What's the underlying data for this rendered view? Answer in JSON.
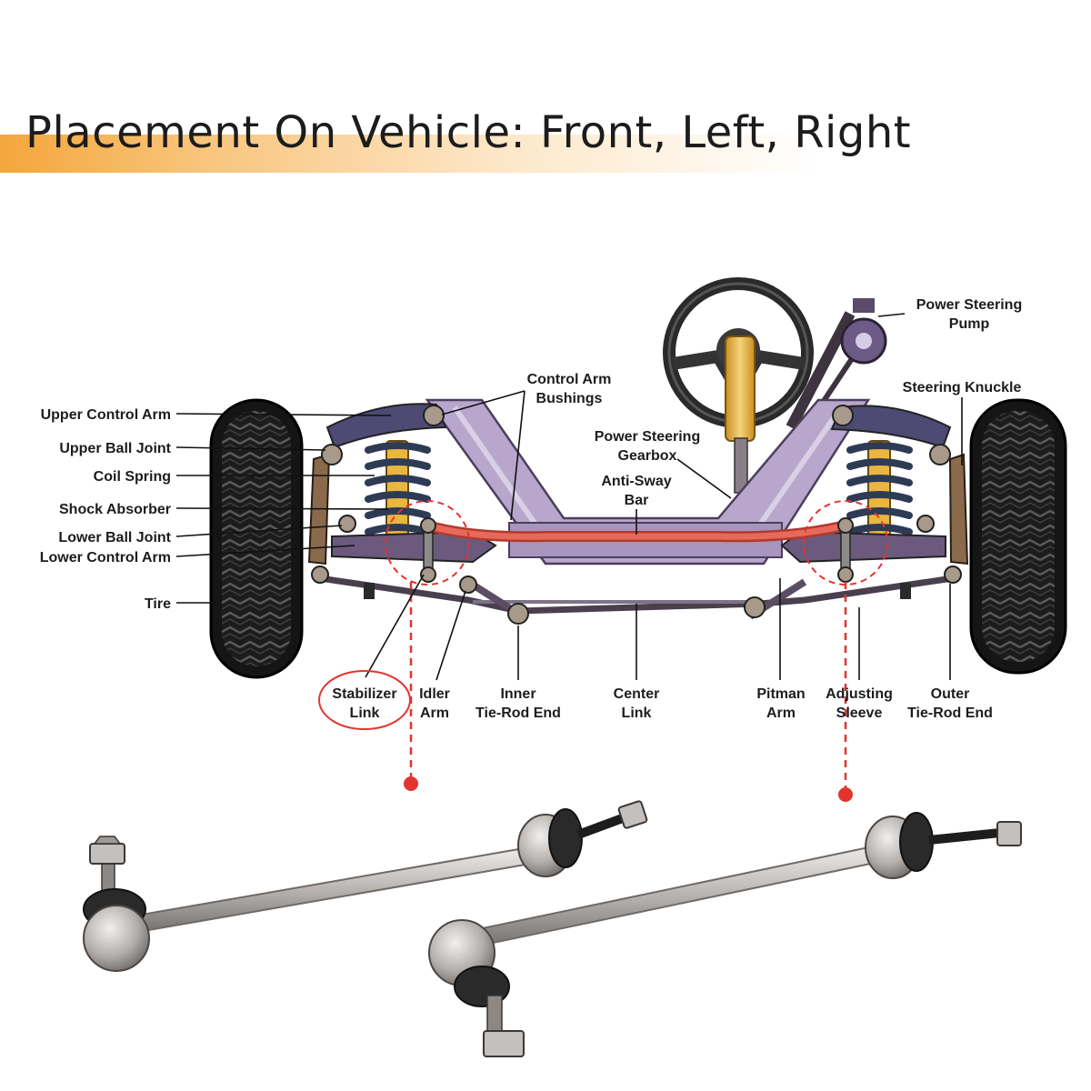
{
  "title": "Placement On Vehicle: Front, Left, Right",
  "labels": {
    "upper_control_arm": "Upper Control Arm",
    "upper_ball_joint": "Upper Ball Joint",
    "coil_spring": "Coil Spring",
    "shock_absorber": "Shock Absorber",
    "lower_ball_joint": "Lower Ball Joint",
    "lower_control_arm": "Lower Control Arm",
    "tire": "Tire",
    "control_arm_bushings": [
      "Control Arm",
      "Bushings"
    ],
    "power_steering_pump": [
      "Power Steering",
      "Pump"
    ],
    "steering_knuckle": "Steering Knuckle",
    "power_steering_gearbox": [
      "Power Steering",
      "Gearbox"
    ],
    "anti_sway_bar": [
      "Anti-Sway",
      "Bar"
    ],
    "stabilizer_link": [
      "Stabilizer",
      "Link"
    ],
    "idler_arm": [
      "Idler",
      "Arm"
    ],
    "inner_tie_rod_end": [
      "Inner",
      "Tie-Rod End"
    ],
    "center_link": [
      "Center",
      "Link"
    ],
    "pitman_arm": [
      "Pitman",
      "Arm"
    ],
    "adjusting_sleeve": [
      "Adjusting",
      "Sleeve"
    ],
    "outer_tie_rod_end": [
      "Outer",
      "Tie-Rod End"
    ]
  },
  "colors": {
    "title_accent": "#f4a63b",
    "highlight_red": "#e3342f",
    "frame_purple": "#b8a6cc",
    "anti_sway_red": "#e8695a",
    "spring_blue": "#2f3a55",
    "shock_yellow": "#e9b640",
    "tire_dark": "#1f1f1f",
    "link_metal": "#b9b6b4"
  }
}
